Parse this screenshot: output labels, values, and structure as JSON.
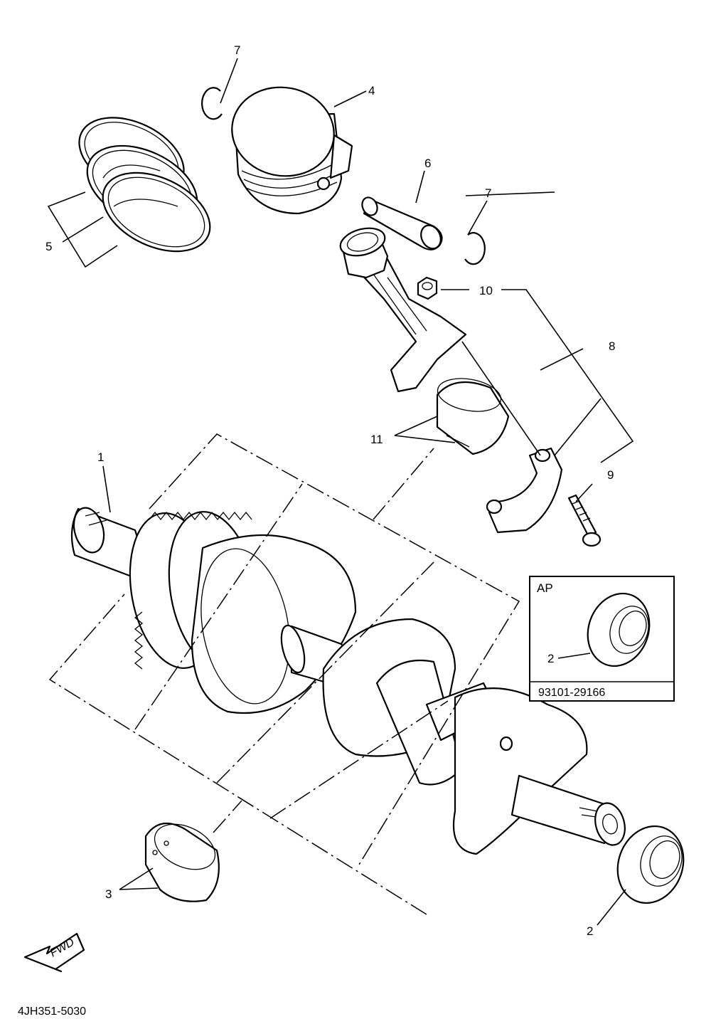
{
  "callouts": {
    "c1": "1",
    "c2a": "2",
    "c2b": "2",
    "c3": "3",
    "c4": "4",
    "c5": "5",
    "c6": "6",
    "c7a": "7",
    "c7b": "7",
    "c8": "8",
    "c9": "9",
    "c10": "10",
    "c11": "11"
  },
  "ap_box": {
    "title": "AP",
    "callout": "2",
    "part_number": "93101-29166"
  },
  "fwd_label": "FWD",
  "diagram_code": "4JH351-5030"
}
